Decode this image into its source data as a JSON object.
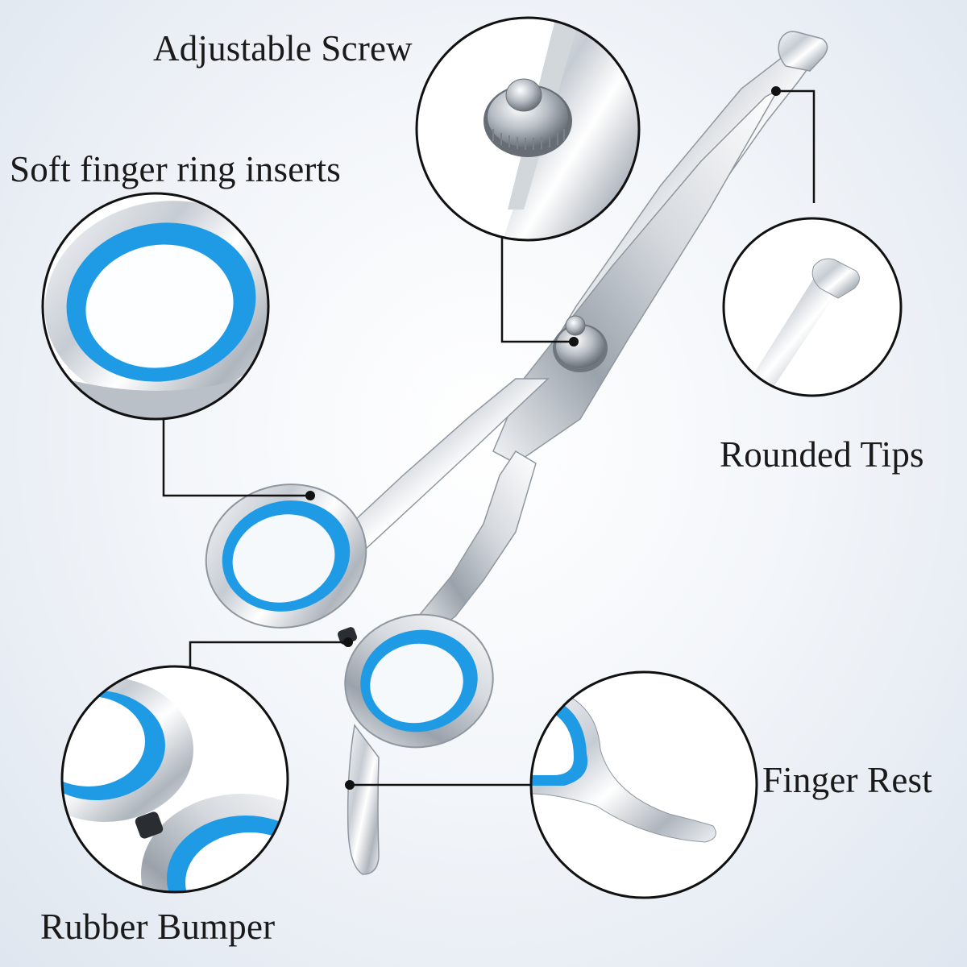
{
  "labels": {
    "adjustable_screw": "Adjustable Screw",
    "soft_finger_ring_inserts": "Soft finger ring inserts",
    "rounded_tips": "Rounded Tips",
    "finger_rest": "Finger Rest",
    "rubber_bumper": "Rubber Bumper"
  },
  "colors": {
    "insert_blue": "#1f9be6",
    "steel": "#c9ced4",
    "callout_line": "#111111"
  },
  "icons": [
    "pet-grooming-scissors",
    "magnifier-callout-circle"
  ]
}
